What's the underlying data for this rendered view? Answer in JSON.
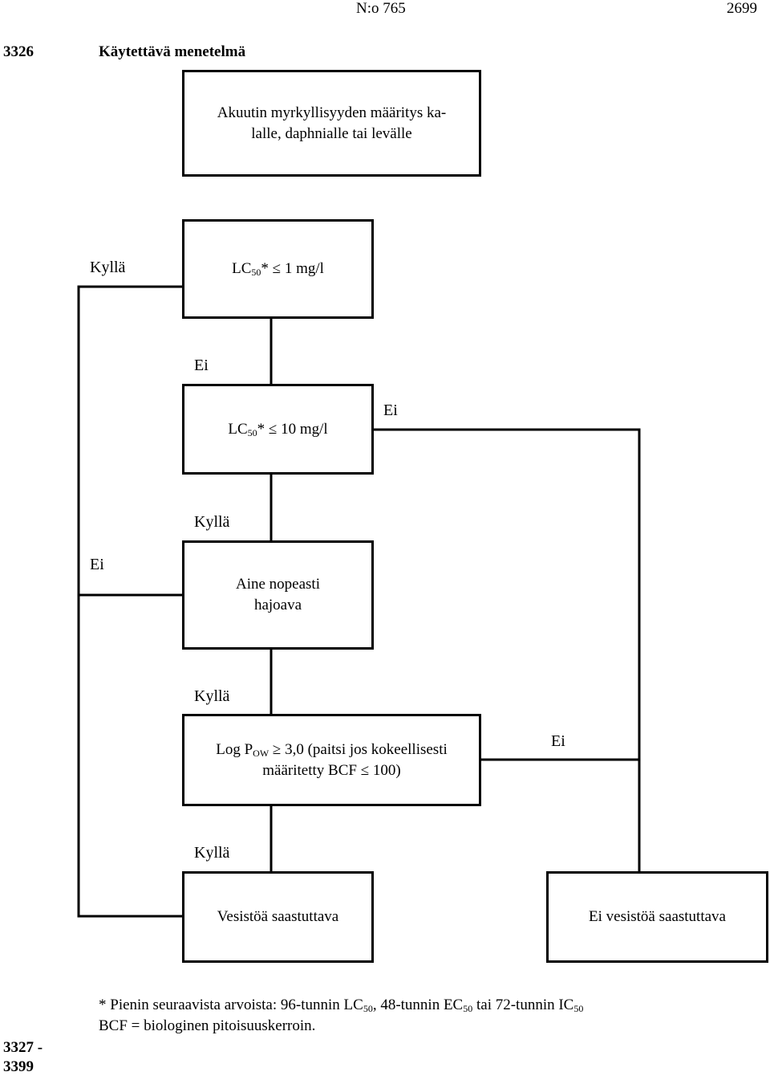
{
  "header": {
    "issue": "N:o 765",
    "page": "2699"
  },
  "section": {
    "number_top": "3326",
    "title": "Käytettävä menetelmä",
    "number_bottom_1": "3327 -",
    "number_bottom_2": "3399"
  },
  "flowchart": {
    "box1": {
      "line1": "Akuutin myrkyllisyyden määritys ka-",
      "line2": "lalle, daphnialle tai levälle"
    },
    "box2": {
      "prefix": "LC",
      "sub": "50",
      "mid": "* ",
      "symbol": "≤",
      "suffix": " 1 mg/l"
    },
    "box3": {
      "prefix": "LC",
      "sub": "50",
      "mid": "* ",
      "symbol": "≤",
      "suffix": " 10 mg/l"
    },
    "box4": {
      "line1": "Aine nopeasti",
      "line2": "hajoava"
    },
    "box5": {
      "prefix": "Log P",
      "sub": "OW",
      "symbol1": "≥",
      "rest1": " 3,0 (paitsi jos kokeellisesti",
      "line2a": "määritetty BCF ",
      "symbol2": "≤",
      "line2b": " 100)"
    },
    "box6": {
      "label": "Vesistöä saastuttava"
    },
    "box7": {
      "label": "Ei vesistöä saastuttava"
    },
    "labels": {
      "yes_box2": "Kyllä",
      "no_box2": "Ei",
      "no_box3": "Ei",
      "yes_box3": "Kyllä",
      "no_box4": "Ei",
      "yes_box4": "Kyllä",
      "no_box5": "Ei",
      "yes_box5": "Kyllä"
    }
  },
  "footnotes": {
    "line1_a": "* Pienin seuraavista arvoista: 96-tunnin LC",
    "line1_sub1": "50",
    "line1_b": ", 48-tunnin EC",
    "line1_sub2": "50",
    "line1_c": " tai 72-tunnin IC",
    "line1_sub3": "50",
    "line2": "BCF = biologinen pitoisuuskerroin."
  }
}
